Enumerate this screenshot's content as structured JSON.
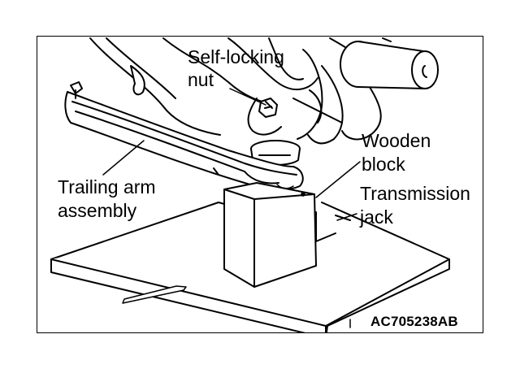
{
  "labels": {
    "self_locking_line1": "Self-locking",
    "self_locking_line2": "nut",
    "wooden_line1": "Wooden",
    "wooden_line2": "block",
    "transmission_line1": "Transmission",
    "transmission_line2": "jack",
    "trailing_line1": "Trailing arm",
    "trailing_line2": "assembly"
  },
  "figure_code": "AC705238AB",
  "colors": {
    "ink": "#000000",
    "paper": "#ffffff"
  }
}
